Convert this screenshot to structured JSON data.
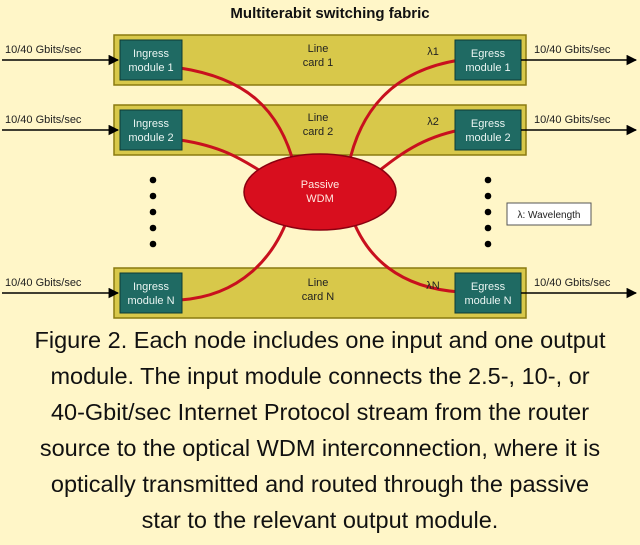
{
  "title": "Multiterabit switching fabric",
  "io_rate": "10/40 Gbits/sec",
  "rows": [
    {
      "ingress_line1": "Ingress",
      "ingress_line2": "module 1",
      "line_card1": "Line",
      "line_card2": "card 1",
      "lambda": "λ1",
      "egress_line1": "Egress",
      "egress_line2": "module 1"
    },
    {
      "ingress_line1": "Ingress",
      "ingress_line2": "module 2",
      "line_card1": "Line",
      "line_card2": "card 2",
      "lambda": "λ2",
      "egress_line1": "Egress",
      "egress_line2": "module 2"
    },
    {
      "ingress_line1": "Ingress",
      "ingress_line2": "module N",
      "line_card1": "Line",
      "line_card2": "card N",
      "lambda": "λN",
      "egress_line1": "Egress",
      "egress_line2": "module N"
    }
  ],
  "center": {
    "line1": "Passive",
    "line2": "WDM"
  },
  "legend": "λ: Wavelength",
  "caption_lines": [
    "Figure 2. Each node includes one input and one output",
    "module. The input module connects the 2.5-, 10-, or",
    "40-Gbit/sec Internet Protocol stream from the router",
    "source to the optical WDM interconnection, where it is",
    "optically transmitted and routed through the passive",
    "star to the relevant output module."
  ],
  "colors": {
    "background": "#FFF6C8",
    "line_card": "#D8C84A",
    "module": "#1F6A63",
    "fiber": "#C8101E",
    "wdm": "#D80E1E"
  }
}
